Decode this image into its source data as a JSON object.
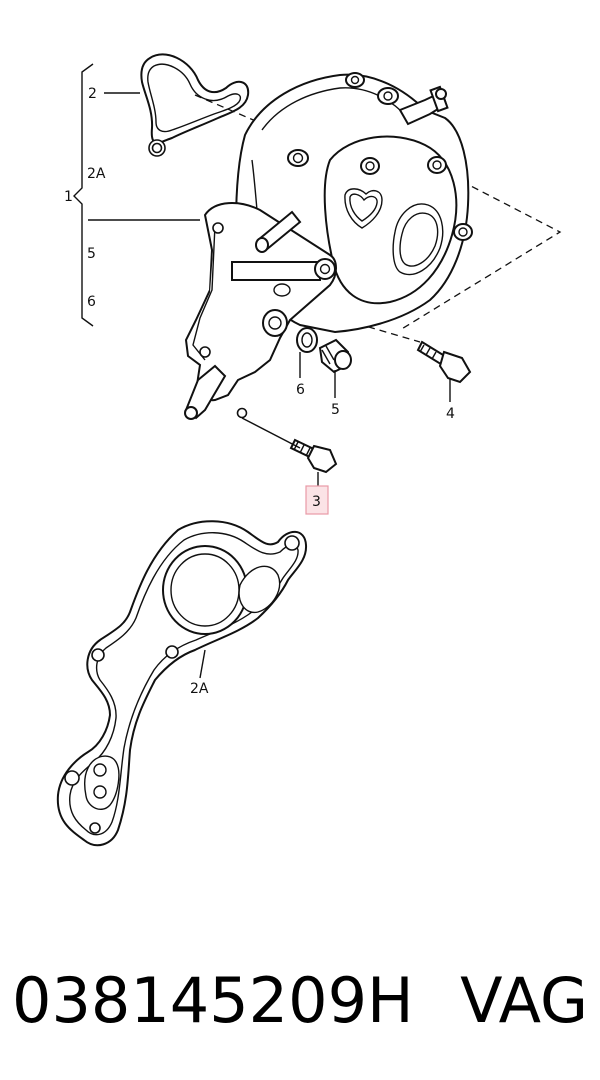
{
  "callouts": {
    "c1": "1",
    "c2": "2",
    "c2a_top": "2A",
    "c5_left": "5",
    "c6_left": "6",
    "c6": "6",
    "c5": "5",
    "c4": "4",
    "c3": "3",
    "c2a_bottom": "2A"
  },
  "highlighted_callout": "3",
  "highlight_color": "#fbe3e6",
  "footer": {
    "part_number": "038145209H",
    "brand": "VAG"
  }
}
